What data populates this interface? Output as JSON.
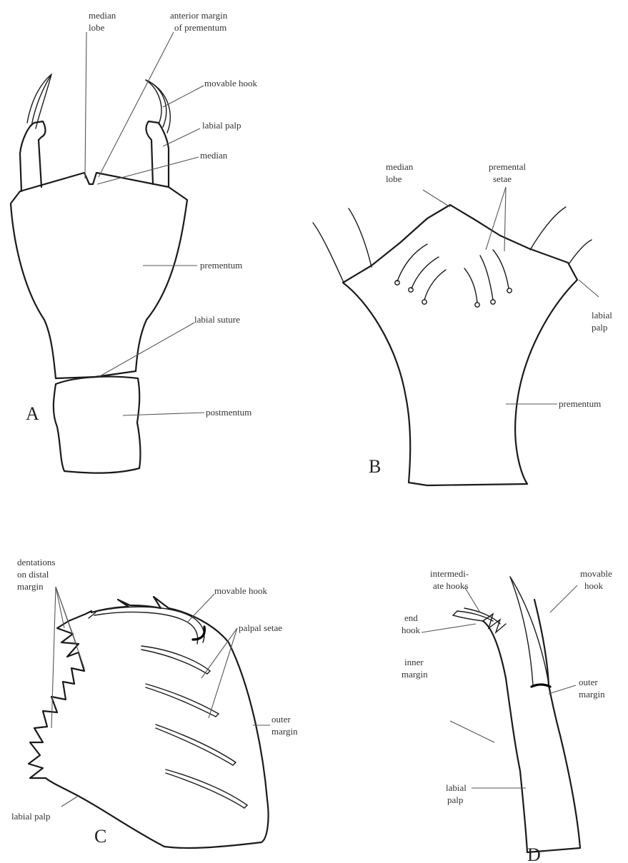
{
  "panels": {
    "A": {
      "letter": "A",
      "labels": {
        "median_lobe": [
          "median",
          "lobe"
        ],
        "anterior_margin": [
          "anterior margin",
          "of prementum"
        ],
        "movable_hook": "movable hook",
        "labial_palp": "labial palp",
        "median": "median",
        "prementum": "prementum",
        "labial_suture": "labial suture",
        "postmentum": "postmentum"
      }
    },
    "B": {
      "letter": "B",
      "labels": {
        "median_lobe": [
          "median",
          "lobe"
        ],
        "premental_setae": [
          "premental",
          "setae"
        ],
        "labial_palp": [
          "labial",
          "palp"
        ],
        "prementum": "prementum"
      }
    },
    "C": {
      "letter": "C",
      "labels": {
        "dentations": [
          "dentations",
          "on distal",
          "margin"
        ],
        "movable_hook": "movable hook",
        "palpal_setae": "palpal setae",
        "outer_margin": [
          "outer",
          "margin"
        ],
        "labial_palp": "labial palp"
      }
    },
    "D": {
      "letter": "D",
      "labels": {
        "intermediate_hooks": [
          "intermedi-",
          "ate hooks"
        ],
        "movable_hook": [
          "movable",
          "hook"
        ],
        "end_hook": [
          "end",
          "hook"
        ],
        "inner_margin": [
          "inner",
          "margin"
        ],
        "outer_margin": [
          "outer",
          "margin"
        ],
        "labial_palp": [
          "labial",
          "palp"
        ]
      }
    }
  }
}
